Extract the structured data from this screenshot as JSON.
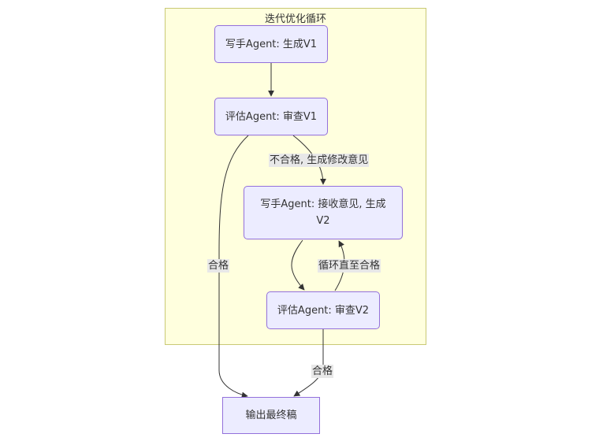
{
  "cluster": {
    "title": "迭代优化循环"
  },
  "nodes": {
    "writer_v1": "写手Agent: 生成V1",
    "reviewer_v1": "评估Agent: 审查V1",
    "writer_v2": "写手Agent: 接收意见, 生成V2",
    "reviewer_v2": "评估Agent: 审查V2",
    "final": "输出最终稿"
  },
  "edge_labels": {
    "reject_feedback": "不合格, 生成修改意见",
    "loop_until_pass": "循环直至合格",
    "pass_v1": "合格",
    "pass_v2": "合格"
  },
  "colors": {
    "cluster_fill": "#ffffde",
    "cluster_border": "#c9c975",
    "node_fill": "#ececff",
    "node_border": "#9370db",
    "edge": "#333333",
    "edge_label_bg": "#e8e8e8"
  }
}
